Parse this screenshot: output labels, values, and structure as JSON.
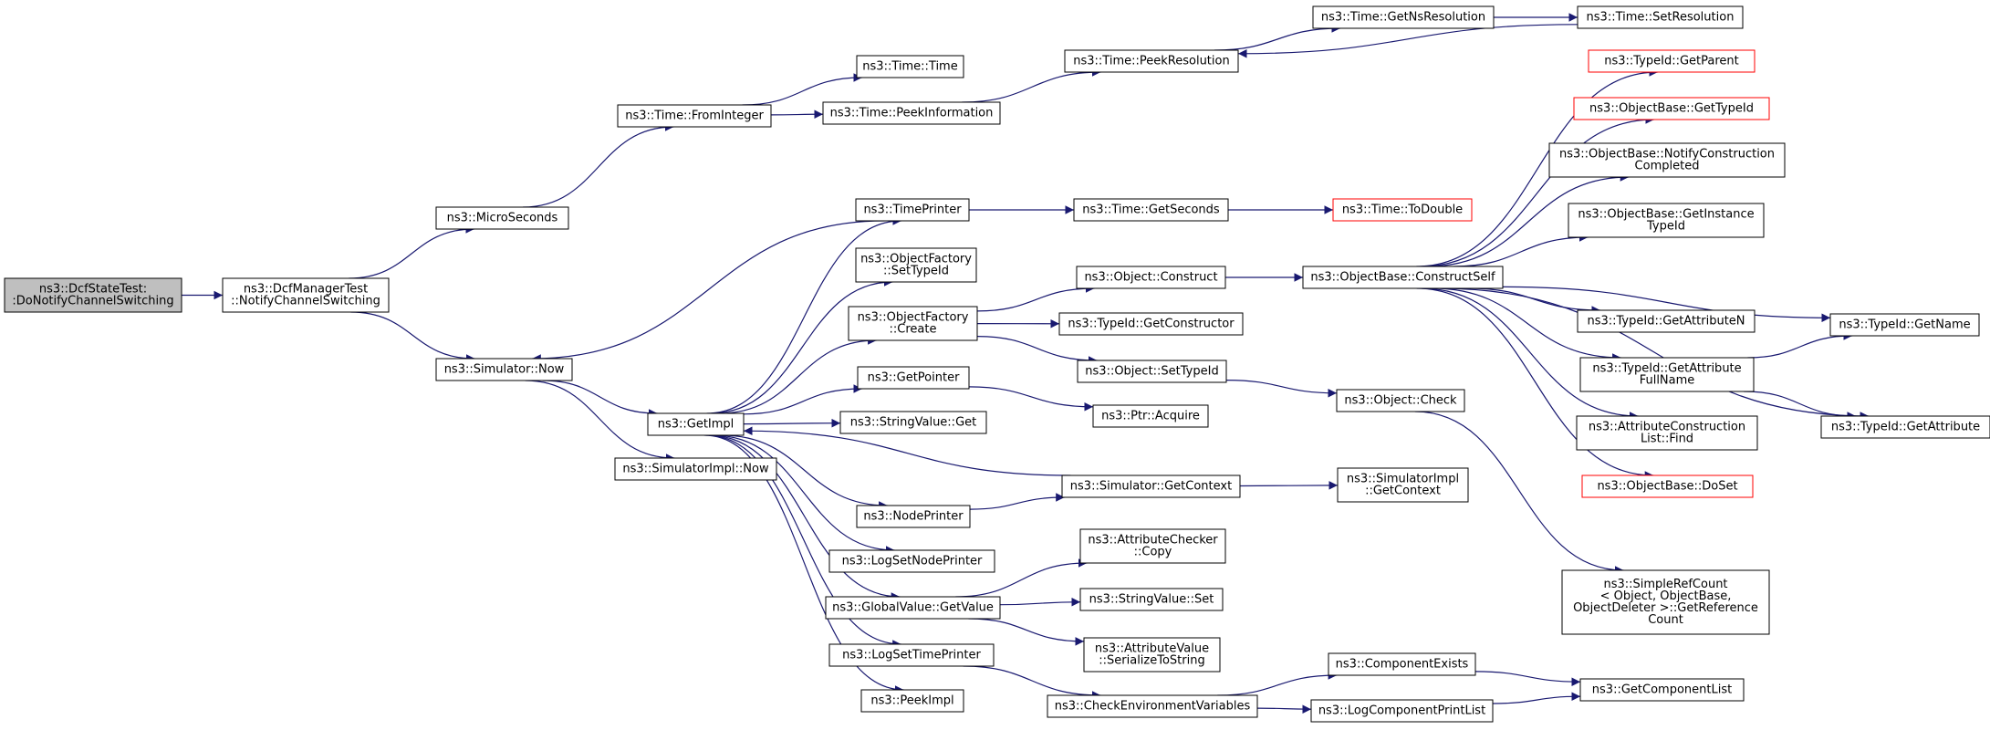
{
  "colors": {
    "edge": "#191970",
    "box_border": "#000000",
    "box_border_external": "#ff0000",
    "root_fill": "#bfbfbf",
    "box_fill": "#ffffff"
  },
  "nodes": [
    {
      "id": "root",
      "lines": [
        "ns3::DcfStateTest:",
        ":DoNotifyChannelSwitching"
      ],
      "style": "root"
    },
    {
      "id": "dcfmgr",
      "lines": [
        "ns3::DcfManagerTest",
        "::NotifyChannelSwitching"
      ],
      "style": "normal"
    },
    {
      "id": "micro",
      "lines": [
        "ns3::MicroSeconds"
      ],
      "style": "normal"
    },
    {
      "id": "simnow",
      "lines": [
        "ns3::Simulator::Now"
      ],
      "style": "normal"
    },
    {
      "id": "fromint",
      "lines": [
        "ns3::Time::FromInteger"
      ],
      "style": "normal"
    },
    {
      "id": "time",
      "lines": [
        "ns3::Time::Time"
      ],
      "style": "normal"
    },
    {
      "id": "peekinfo",
      "lines": [
        "ns3::Time::PeekInformation"
      ],
      "style": "normal"
    },
    {
      "id": "peekres",
      "lines": [
        "ns3::Time::PeekResolution"
      ],
      "style": "normal"
    },
    {
      "id": "getns",
      "lines": [
        "ns3::Time::GetNsResolution"
      ],
      "style": "normal"
    },
    {
      "id": "setres",
      "lines": [
        "ns3::Time::SetResolution"
      ],
      "style": "normal"
    },
    {
      "id": "getimpl",
      "lines": [
        "ns3::GetImpl"
      ],
      "style": "normal"
    },
    {
      "id": "simimplnow",
      "lines": [
        "ns3::SimulatorImpl::Now"
      ],
      "style": "normal"
    },
    {
      "id": "timeprinter",
      "lines": [
        "ns3::TimePrinter"
      ],
      "style": "normal"
    },
    {
      "id": "ofsettype",
      "lines": [
        "ns3::ObjectFactory",
        "::SetTypeId"
      ],
      "style": "normal"
    },
    {
      "id": "ofcreate",
      "lines": [
        "ns3::ObjectFactory",
        "::Create"
      ],
      "style": "normal"
    },
    {
      "id": "getpointer",
      "lines": [
        "ns3::GetPointer"
      ],
      "style": "normal"
    },
    {
      "id": "strget",
      "lines": [
        "ns3::StringValue::Get"
      ],
      "style": "normal"
    },
    {
      "id": "nodeprinter",
      "lines": [
        "ns3::NodePrinter"
      ],
      "style": "normal"
    },
    {
      "id": "logsetnode",
      "lines": [
        "ns3::LogSetNodePrinter"
      ],
      "style": "normal"
    },
    {
      "id": "gvget",
      "lines": [
        "ns3::GlobalValue::GetValue"
      ],
      "style": "normal"
    },
    {
      "id": "logsettime",
      "lines": [
        "ns3::LogSetTimePrinter"
      ],
      "style": "normal"
    },
    {
      "id": "peekimpl",
      "lines": [
        "ns3::PeekImpl"
      ],
      "style": "normal"
    },
    {
      "id": "getseconds",
      "lines": [
        "ns3::Time::GetSeconds"
      ],
      "style": "normal"
    },
    {
      "id": "todouble",
      "lines": [
        "ns3::Time::ToDouble"
      ],
      "style": "external"
    },
    {
      "id": "objconstruct",
      "lines": [
        "ns3::Object::Construct"
      ],
      "style": "normal"
    },
    {
      "id": "getctor",
      "lines": [
        "ns3::TypeId::GetConstructor"
      ],
      "style": "normal"
    },
    {
      "id": "objsettype",
      "lines": [
        "ns3::Object::SetTypeId"
      ],
      "style": "normal"
    },
    {
      "id": "ptracq",
      "lines": [
        "ns3::Ptr::Acquire"
      ],
      "style": "normal"
    },
    {
      "id": "simgetctx",
      "lines": [
        "ns3::Simulator::GetContext"
      ],
      "style": "normal"
    },
    {
      "id": "acopy",
      "lines": [
        "ns3::AttributeChecker",
        "::Copy"
      ],
      "style": "normal"
    },
    {
      "id": "strset",
      "lines": [
        "ns3::StringValue::Set"
      ],
      "style": "normal"
    },
    {
      "id": "avser",
      "lines": [
        "ns3::AttributeValue",
        "::SerializeToString"
      ],
      "style": "normal"
    },
    {
      "id": "checkenv",
      "lines": [
        "ns3::CheckEnvironmentVariables"
      ],
      "style": "normal"
    },
    {
      "id": "obconstructself",
      "lines": [
        "ns3::ObjectBase::ConstructSelf"
      ],
      "style": "normal"
    },
    {
      "id": "objcheck",
      "lines": [
        "ns3::Object::Check"
      ],
      "style": "normal"
    },
    {
      "id": "simimplctx",
      "lines": [
        "ns3::SimulatorImpl",
        "::GetContext"
      ],
      "style": "normal"
    },
    {
      "id": "compexists",
      "lines": [
        "ns3::ComponentExists"
      ],
      "style": "normal"
    },
    {
      "id": "logcomp",
      "lines": [
        "ns3::LogComponentPrintList"
      ],
      "style": "normal"
    },
    {
      "id": "getparent",
      "lines": [
        "ns3::TypeId::GetParent"
      ],
      "style": "external"
    },
    {
      "id": "obgettype",
      "lines": [
        "ns3::ObjectBase::GetTypeId"
      ],
      "style": "external"
    },
    {
      "id": "obnotify",
      "lines": [
        "ns3::ObjectBase::NotifyConstruction",
        "Completed"
      ],
      "style": "normal"
    },
    {
      "id": "obgetinst",
      "lines": [
        "ns3::ObjectBase::GetInstance",
        "TypeId"
      ],
      "style": "normal"
    },
    {
      "id": "getattrn",
      "lines": [
        "ns3::TypeId::GetAttributeN"
      ],
      "style": "normal"
    },
    {
      "id": "getattrfull",
      "lines": [
        "ns3::TypeId::GetAttribute",
        "FullName"
      ],
      "style": "normal"
    },
    {
      "id": "acfind",
      "lines": [
        "ns3::AttributeConstruction",
        "List::Find"
      ],
      "style": "normal"
    },
    {
      "id": "obdoset",
      "lines": [
        "ns3::ObjectBase::DoSet"
      ],
      "style": "external"
    },
    {
      "id": "simpleref",
      "lines": [
        "ns3::SimpleRefCount",
        "< Object, ObjectBase,",
        "ObjectDeleter >::GetReference",
        "Count"
      ],
      "style": "normal"
    },
    {
      "id": "getcomplist",
      "lines": [
        "ns3::GetComponentList"
      ],
      "style": "normal"
    },
    {
      "id": "getname",
      "lines": [
        "ns3::TypeId::GetName"
      ],
      "style": "normal"
    },
    {
      "id": "getattr",
      "lines": [
        "ns3::TypeId::GetAttribute"
      ],
      "style": "normal"
    }
  ],
  "edges": [
    [
      "root",
      "dcfmgr"
    ],
    [
      "dcfmgr",
      "micro"
    ],
    [
      "dcfmgr",
      "simnow"
    ],
    [
      "micro",
      "fromint"
    ],
    [
      "fromint",
      "time"
    ],
    [
      "fromint",
      "peekinfo"
    ],
    [
      "peekinfo",
      "peekres"
    ],
    [
      "peekres",
      "getns"
    ],
    [
      "getns",
      "setres"
    ],
    [
      "setres",
      "peekres"
    ],
    [
      "simnow",
      "getimpl"
    ],
    [
      "simnow",
      "simimplnow"
    ],
    [
      "timeprinter",
      "simnow"
    ],
    [
      "timeprinter",
      "getseconds"
    ],
    [
      "getseconds",
      "todouble"
    ],
    [
      "getimpl",
      "timeprinter"
    ],
    [
      "getimpl",
      "ofsettype"
    ],
    [
      "getimpl",
      "ofcreate"
    ],
    [
      "getimpl",
      "getpointer"
    ],
    [
      "getimpl",
      "strget"
    ],
    [
      "getimpl",
      "nodeprinter"
    ],
    [
      "getimpl",
      "logsetnode"
    ],
    [
      "getimpl",
      "gvget"
    ],
    [
      "getimpl",
      "logsettime"
    ],
    [
      "getimpl",
      "peekimpl"
    ],
    [
      "simgetctx",
      "getimpl"
    ],
    [
      "ofcreate",
      "objconstruct"
    ],
    [
      "ofcreate",
      "getctor"
    ],
    [
      "ofcreate",
      "objsettype"
    ],
    [
      "getpointer",
      "ptracq"
    ],
    [
      "nodeprinter",
      "simgetctx"
    ],
    [
      "simgetctx",
      "simimplctx"
    ],
    [
      "gvget",
      "acopy"
    ],
    [
      "gvget",
      "strset"
    ],
    [
      "gvget",
      "avser"
    ],
    [
      "logsettime",
      "checkenv"
    ],
    [
      "checkenv",
      "compexists"
    ],
    [
      "checkenv",
      "logcomp"
    ],
    [
      "compexists",
      "getcomplist"
    ],
    [
      "logcomp",
      "getcomplist"
    ],
    [
      "objconstruct",
      "obconstructself"
    ],
    [
      "objsettype",
      "objcheck"
    ],
    [
      "objcheck",
      "simpleref"
    ],
    [
      "obconstructself",
      "getparent"
    ],
    [
      "obconstructself",
      "obgettype"
    ],
    [
      "obconstructself",
      "obnotify"
    ],
    [
      "obconstructself",
      "obgetinst"
    ],
    [
      "obconstructself",
      "getattrn"
    ],
    [
      "obconstructself",
      "getattrfull"
    ],
    [
      "obconstructself",
      "acfind"
    ],
    [
      "obconstructself",
      "obdoset"
    ],
    [
      "obconstructself",
      "getname"
    ],
    [
      "obconstructself",
      "getattr"
    ],
    [
      "getattrfull",
      "getname"
    ],
    [
      "getattrfull",
      "getattr"
    ]
  ]
}
